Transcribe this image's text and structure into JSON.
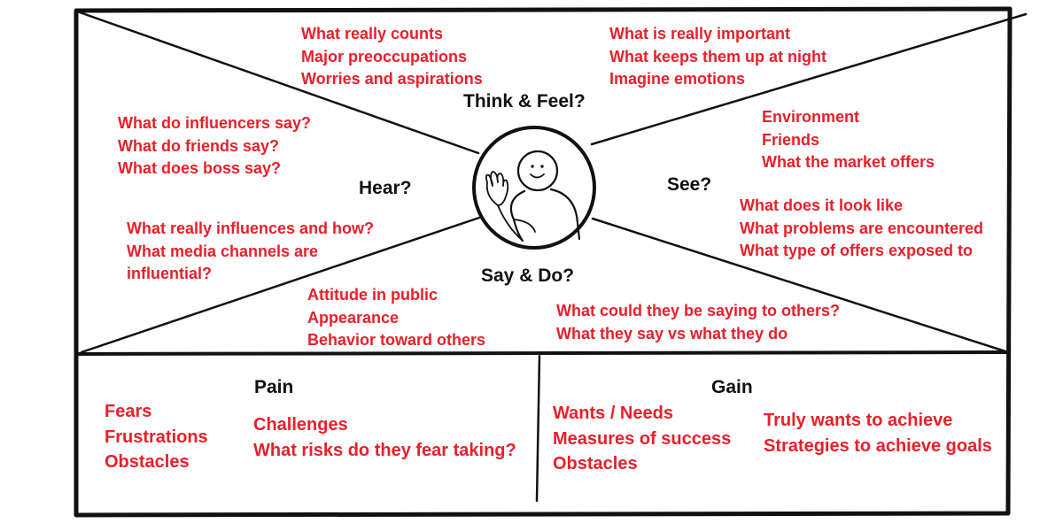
{
  "colors": {
    "text_accent": "#e8202a",
    "ink": "#111111"
  },
  "center_icon": "waving-person-icon",
  "quadrants": {
    "think_feel": {
      "title": "Think & Feel?",
      "left_items": [
        "What really counts",
        "Major preoccupations",
        "Worries and aspirations"
      ],
      "right_items": [
        "What is really important",
        "What keeps them up at night",
        "Imagine emotions"
      ]
    },
    "hear": {
      "title": "Hear?",
      "top_items": [
        "What do influencers say?",
        "What do friends say?",
        "What does boss say?"
      ],
      "bottom_items": [
        "What really influences and how?",
        "What media channels are",
        "influential?"
      ]
    },
    "see": {
      "title": "See?",
      "top_items": [
        "Environment",
        "Friends",
        "What the market offers"
      ],
      "bottom_items": [
        "What does it look like",
        "What problems are encountered",
        "What type of offers exposed to"
      ]
    },
    "say_do": {
      "title": "Say & Do?",
      "left_items": [
        "Attitude in public",
        "Appearance",
        "Behavior toward others"
      ],
      "right_items": [
        "What could they be saying to others?",
        "What they say vs what they do"
      ]
    }
  },
  "pain": {
    "title": "Pain",
    "left_items": [
      "Fears",
      "Frustrations",
      "Obstacles"
    ],
    "right_items": [
      "Challenges",
      "What risks do they fear taking?"
    ]
  },
  "gain": {
    "title": "Gain",
    "left_items": [
      "Wants / Needs",
      "Measures of success",
      "Obstacles"
    ],
    "right_items": [
      "Truly wants to achieve",
      "Strategies to achieve goals"
    ]
  }
}
